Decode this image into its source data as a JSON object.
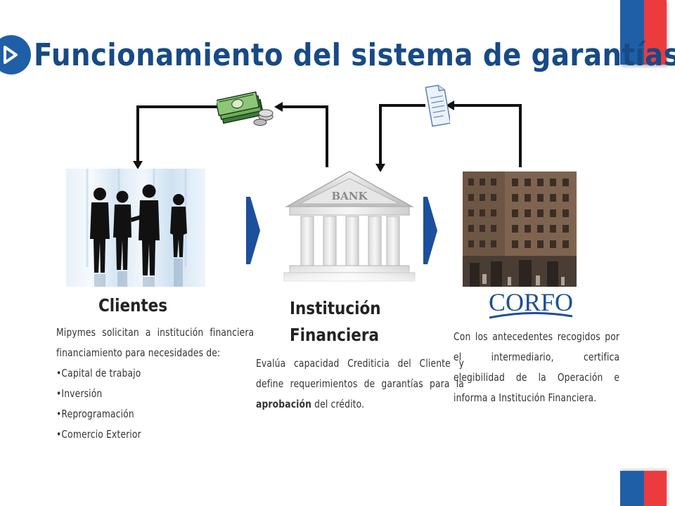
{
  "title": "Funcionamiento del sistema de garantías",
  "colors": {
    "title": "#174a86",
    "accent_blue": "#1f5fa8",
    "accent_red": "#ec3b3f",
    "arrow": "#111111"
  },
  "icons": [
    "play-bullet-icon",
    "money-stack-icon",
    "document-icon",
    "bank-building-icon",
    "business-people-image",
    "corfo-building-image"
  ],
  "clients": {
    "heading": "Clientes",
    "intro": "Mipymes solicitan a institución financiera financiamiento para necesidades de:",
    "items": [
      "Capital de trabajo",
      "Inversión",
      "Reprogramación",
      "Comercio Exterior"
    ]
  },
  "institution": {
    "heading_line1": "Institución",
    "heading_line2": "Financiera",
    "body_before": "Evalúa capacidad Crediticia del Cliente y define requerimientos de garantías para la ",
    "body_bold": "aprobación",
    "body_after": " del crédito.",
    "bank_sign": "BANK"
  },
  "corfo": {
    "logo": "CORFO",
    "body": "Con los antecedentes recogidos por el intermediario, certifica elegibilidad de la Operación e informa a Institución Financiera."
  }
}
